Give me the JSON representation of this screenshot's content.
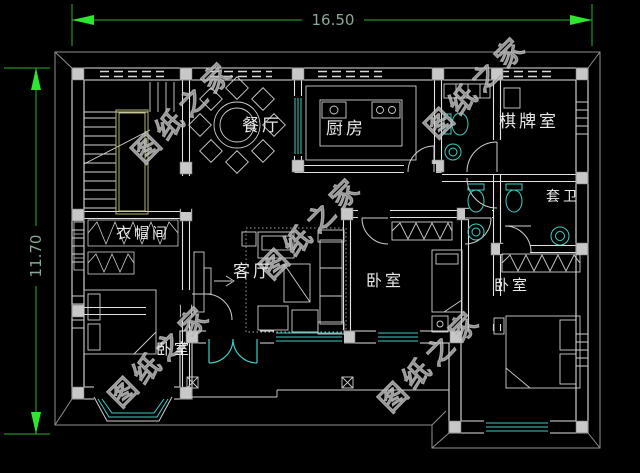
{
  "drawing": {
    "type": "cad-floor-plan",
    "dim_width_label": "16.50",
    "dim_height_label": "11.70",
    "watermark_text": "图纸之家",
    "rooms": {
      "dining": "餐厅",
      "kitchen": "厨房",
      "game_room": "棋牌室",
      "ensuite_bath": "套卫",
      "cloakroom": "衣帽间",
      "living": "客厅",
      "bedroom_mid": "卧室",
      "bedroom_right": "卧室",
      "bedroom_left": "卧室"
    },
    "colors": {
      "background": "#000000",
      "wall": "#e2e2e2",
      "fixture_cyan": "#3ecfc4",
      "dimension_green": "#2ee62e",
      "dimension_text": "#8aa694",
      "stair_rail": "#b6b66a",
      "watermark": "#8f8f8f",
      "column_fill": "#c8c8c8"
    }
  }
}
